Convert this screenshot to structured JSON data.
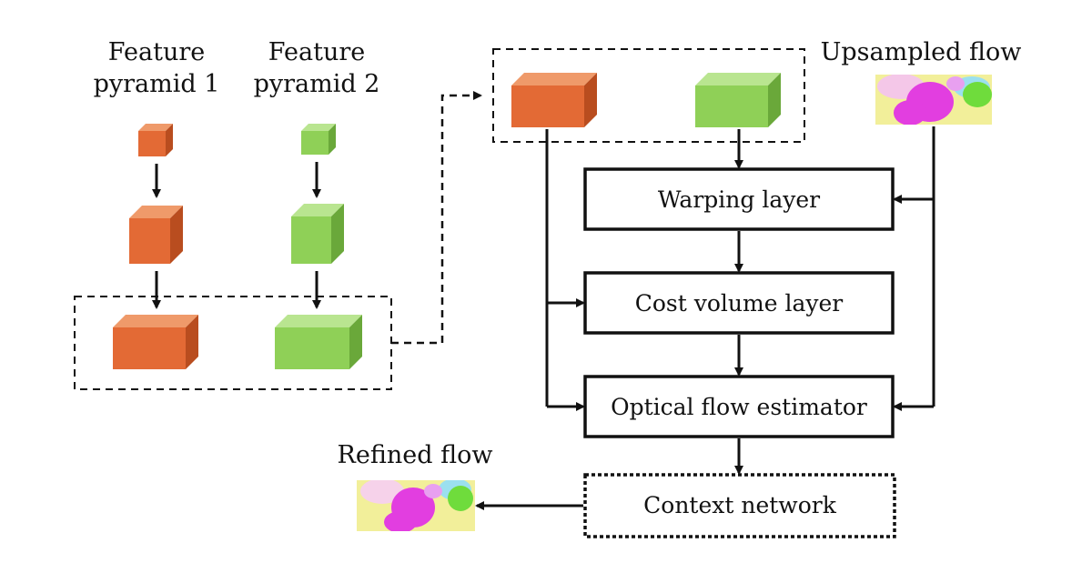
{
  "labels": {
    "pyramid1_line1": "Feature",
    "pyramid1_line2": "pyramid 1",
    "pyramid2_line1": "Feature",
    "pyramid2_line2": "pyramid 2",
    "upsampled_flow": "Upsampled flow",
    "refined_flow": "Refined flow"
  },
  "boxes": {
    "warping": "Warping layer",
    "cost_volume": "Cost volume layer",
    "estimator": "Optical flow estimator",
    "context": "Context network"
  },
  "colors": {
    "orange_front": "#e36a35",
    "orange_top": "#ef9a6a",
    "orange_side": "#b94d1f",
    "green_front": "#8fd057",
    "green_top": "#b9e590",
    "green_side": "#6aa83a",
    "flow_yellow": "#f2ef9a",
    "flow_magenta": "#e23ee0",
    "flow_green": "#6fdc3c",
    "flow_cyan": "#9be0ef"
  }
}
